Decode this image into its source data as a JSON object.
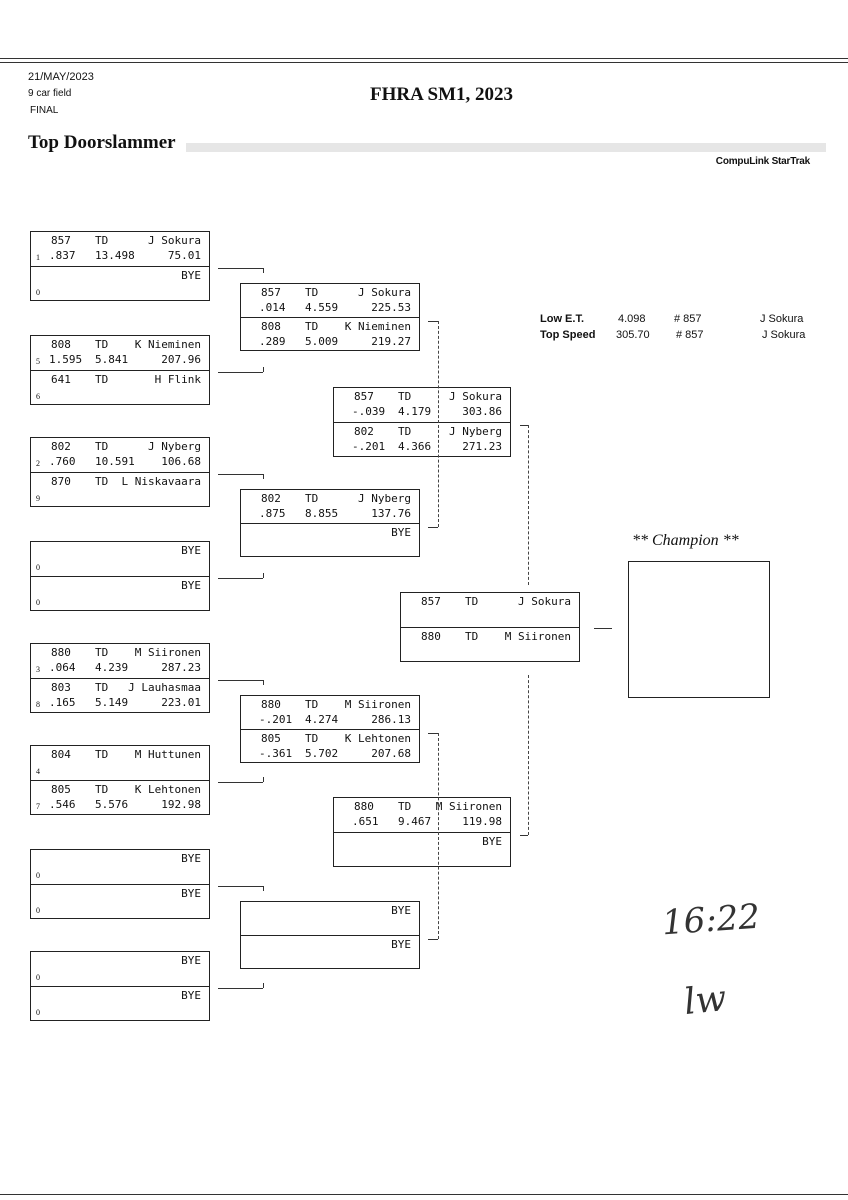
{
  "header": {
    "date": "21/MAY/2023",
    "field": "9 car field",
    "round": "FINAL",
    "title": "FHRA SM1, 2023",
    "class_title": "Top Doorslammer",
    "software": "CompuLink StarTrak"
  },
  "stats": {
    "low_et_label": "Low  E.T.",
    "low_et_value": "4.098",
    "low_et_car": "# 857",
    "low_et_driver": "J Sokura",
    "top_speed_label": "Top Speed",
    "top_speed_value": "305.70",
    "top_speed_car": "# 857",
    "top_speed_driver": "J Sokura"
  },
  "champion_title": "** Champion **",
  "handwriting": {
    "time": "16:22",
    "initials": "lw"
  },
  "round1": [
    {
      "top": {
        "seed": "1",
        "num": "857",
        "cls": "TD",
        "name": "J Sokura",
        "rt": ".837",
        "et": "13.498",
        "mph": "75.01"
      },
      "bot": {
        "seed": "0",
        "name": "BYE"
      }
    },
    {
      "top": {
        "seed": "5",
        "num": "808",
        "cls": "TD",
        "name": "K Nieminen",
        "rt": "1.595",
        "et": "5.841",
        "mph": "207.96"
      },
      "bot": {
        "seed": "6",
        "num": "641",
        "cls": "TD",
        "name": "H Flink"
      }
    },
    {
      "top": {
        "seed": "2",
        "num": "802",
        "cls": "TD",
        "name": "J Nyberg",
        "rt": ".760",
        "et": "10.591",
        "mph": "106.68"
      },
      "bot": {
        "seed": "9",
        "num": "870",
        "cls": "TD",
        "name": "L Niskavaara"
      }
    },
    {
      "top": {
        "seed": "0",
        "name": "BYE"
      },
      "bot": {
        "seed": "0",
        "name": "BYE"
      }
    },
    {
      "top": {
        "seed": "3",
        "num": "880",
        "cls": "TD",
        "name": "M Siironen",
        "rt": ".064",
        "et": "4.239",
        "mph": "287.23"
      },
      "bot": {
        "seed": "8",
        "num": "803",
        "cls": "TD",
        "name": "J Lauhasmaa",
        "rt": ".165",
        "et": "5.149",
        "mph": "223.01"
      }
    },
    {
      "top": {
        "seed": "4",
        "num": "804",
        "cls": "TD",
        "name": "M Huttunen"
      },
      "bot": {
        "seed": "7",
        "num": "805",
        "cls": "TD",
        "name": "K Lehtonen",
        "rt": ".546",
        "et": "5.576",
        "mph": "192.98"
      }
    },
    {
      "top": {
        "seed": "0",
        "name": "BYE"
      },
      "bot": {
        "seed": "0",
        "name": "BYE"
      }
    },
    {
      "top": {
        "seed": "0",
        "name": "BYE"
      },
      "bot": {
        "seed": "0",
        "name": "BYE"
      }
    }
  ],
  "round2": [
    {
      "top": {
        "num": "857",
        "cls": "TD",
        "name": "J Sokura",
        "rt": ".014",
        "et": "4.559",
        "mph": "225.53"
      },
      "bot": {
        "num": "808",
        "cls": "TD",
        "name": "K Nieminen",
        "rt": ".289",
        "et": "5.009",
        "mph": "219.27"
      }
    },
    {
      "top": {
        "num": "802",
        "cls": "TD",
        "name": "J Nyberg",
        "rt": ".875",
        "et": "8.855",
        "mph": "137.76"
      },
      "bot": {
        "name": "BYE"
      }
    },
    {
      "top": {
        "num": "880",
        "cls": "TD",
        "name": "M Siironen",
        "rt": "-.201",
        "et": "4.274",
        "mph": "286.13"
      },
      "bot": {
        "num": "805",
        "cls": "TD",
        "name": "K Lehtonen",
        "rt": "-.361",
        "et": "5.702",
        "mph": "207.68"
      }
    },
    {
      "top": {
        "name": "BYE"
      },
      "bot": {
        "name": "BYE"
      }
    }
  ],
  "round3": [
    {
      "top": {
        "num": "857",
        "cls": "TD",
        "name": "J Sokura",
        "rt": "-.039",
        "et": "4.179",
        "mph": "303.86"
      },
      "bot": {
        "num": "802",
        "cls": "TD",
        "name": "J Nyberg",
        "rt": "-.201",
        "et": "4.366",
        "mph": "271.23"
      }
    },
    {
      "top": {
        "num": "880",
        "cls": "TD",
        "name": "M Siironen",
        "rt": ".651",
        "et": "9.467",
        "mph": "119.98"
      },
      "bot": {
        "name": "BYE"
      }
    }
  ],
  "final": [
    {
      "top": {
        "num": "857",
        "cls": "TD",
        "name": "J Sokura"
      },
      "bot": {
        "num": "880",
        "cls": "TD",
        "name": "M Siironen"
      }
    }
  ]
}
